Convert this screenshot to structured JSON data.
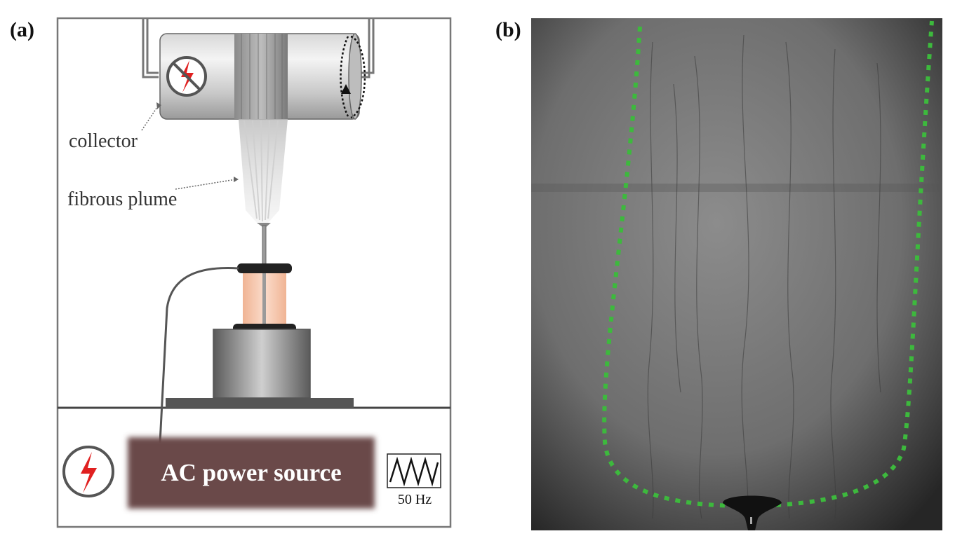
{
  "panels": {
    "a": {
      "label": "(a)",
      "collector_label": "collector",
      "plume_label": "fibrous plume",
      "power_source_label": "AC power source",
      "frequency_label": "50 Hz"
    },
    "b": {
      "label": "(b)"
    }
  },
  "colors": {
    "power_box": "#6b4a48",
    "outline_dots": "#3db93d",
    "high_voltage_symbol": "#e02020",
    "reservoir": "#f7c9b0"
  },
  "icons": [
    "no-high-voltage-icon",
    "high-voltage-icon",
    "sine-wave-icon",
    "rotation-arrow-icon"
  ]
}
